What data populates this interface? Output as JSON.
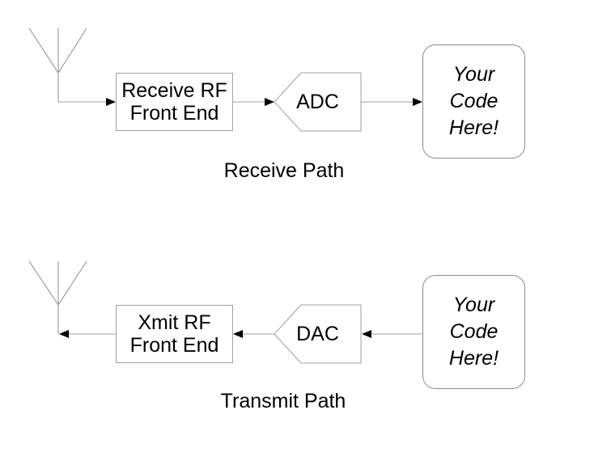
{
  "diagram": {
    "background_color": "#ffffff",
    "line_color": "#a0a0a0",
    "arrow_color": "#000000",
    "text_color": "#000000"
  },
  "receive": {
    "antenna_icon": "antenna-icon",
    "front_end": "Receive RF\nFront End",
    "converter": "ADC",
    "code": "Your\nCode\nHere!",
    "caption": "Receive Path"
  },
  "transmit": {
    "antenna_icon": "antenna-icon",
    "front_end": "Xmit RF\nFront End",
    "converter": "DAC",
    "code": "Your\nCode\nHere!",
    "caption": "Transmit Path"
  }
}
